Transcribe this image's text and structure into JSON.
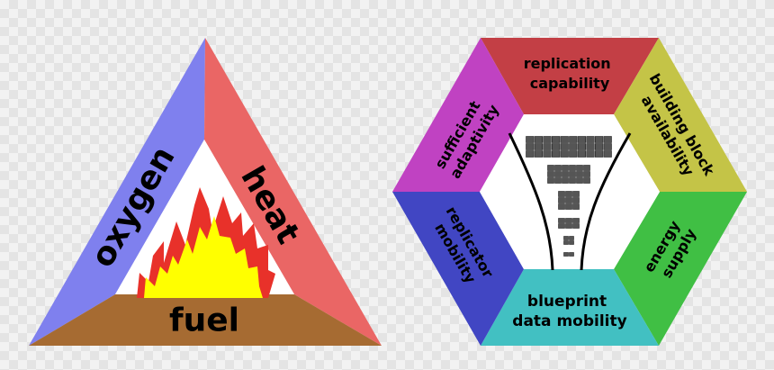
{
  "fire_triangle": {
    "sides": {
      "left": "oxygen",
      "right": "heat",
      "bottom": "fuel"
    },
    "colors": {
      "oxygen": "#7f80ee",
      "heat": "#ea6665",
      "fuel": "#a66b32",
      "flame_outer": "#e8312a",
      "flame_inner": "#ffff00"
    },
    "icon": "fire-icon"
  },
  "replication_hexagon": {
    "segments": {
      "top": [
        "replication",
        "capability"
      ],
      "top_right": [
        "building block",
        "availability"
      ],
      "bottom_right": [
        "energy",
        "supply"
      ],
      "bottom": [
        "blueprint",
        "data mobility"
      ],
      "bottom_left": [
        "replicator",
        "mobility"
      ],
      "top_left": [
        "sufficient",
        "adaptivity"
      ]
    },
    "colors": {
      "top": "#c33f45",
      "top_right": "#c4c447",
      "bottom_right": "#40bf44",
      "bottom": "#42c0c2",
      "bottom_left": "#4146c3",
      "top_left": "#c042c2"
    },
    "icon": "shrinking-blocks-funnel-icon"
  }
}
